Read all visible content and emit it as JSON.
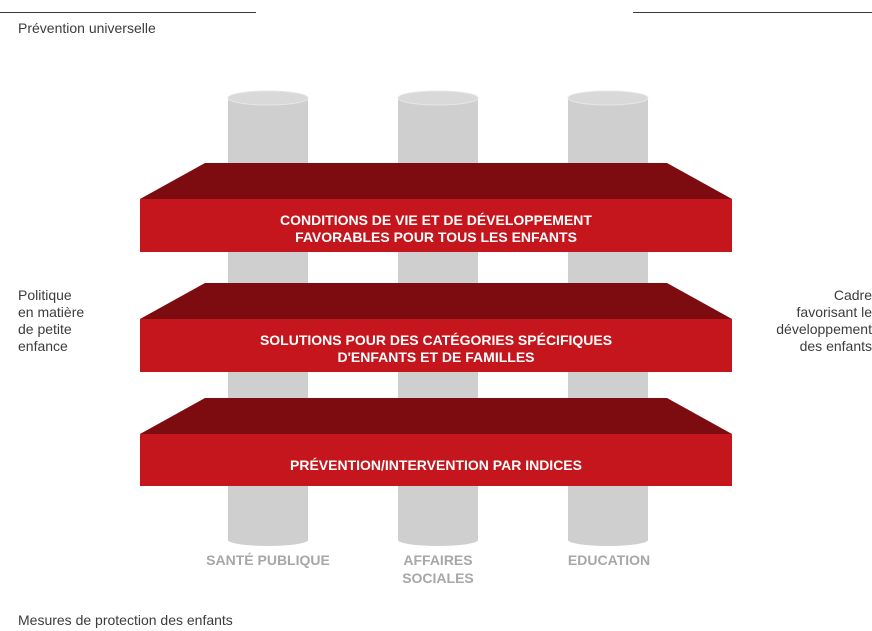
{
  "corner_labels": {
    "top": "Prévention universelle",
    "bottom": "Mesures de protection des enfants"
  },
  "side_labels": {
    "left": [
      "Politique",
      "en matière",
      "de petite",
      "enfance"
    ],
    "right": [
      "Cadre",
      "favorisant le",
      "développement",
      "des enfants"
    ]
  },
  "bands": [
    {
      "lines": [
        "CONDITIONS DE VIE ET DE DÉVELOPPEMENT",
        "FAVORABLES POUR TOUS LES ENFANTS"
      ]
    },
    {
      "lines": [
        "SOLUTIONS POUR DES CATÉGORIES SPÉCIFIQUES",
        "D'ENFANTS ET DE FAMILLES"
      ]
    },
    {
      "lines": [
        "PRÉVENTION/INTERVENTION PAR INDICES"
      ]
    }
  ],
  "pillars": [
    {
      "lines": [
        "SANTÉ PUBLIQUE"
      ]
    },
    {
      "lines": [
        "AFFAIRES",
        "SOCIALES"
      ]
    },
    {
      "lines": [
        "EDUCATION"
      ]
    }
  ],
  "colors": {
    "band_front": "#c4161c",
    "band_top": "#7d0c10",
    "pillar_body": "#cfcfcf",
    "pillar_top": "#d9d9d9",
    "pillar_label": "#a7a7a7",
    "text": "#3c3c3c"
  }
}
